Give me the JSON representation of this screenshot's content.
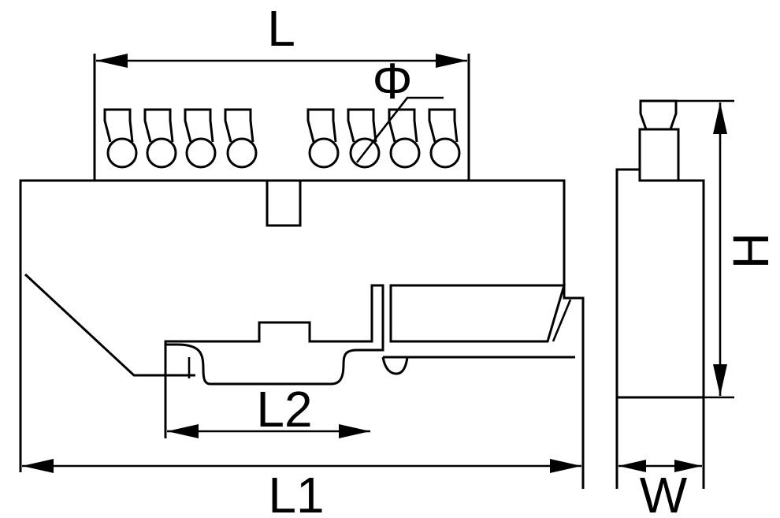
{
  "drawing": {
    "labels": {
      "L": "L",
      "phi": "Φ",
      "H": "H",
      "L2": "L2",
      "L1": "L1",
      "W": "W"
    },
    "line_color": "#000000",
    "background": "#ffffff"
  }
}
